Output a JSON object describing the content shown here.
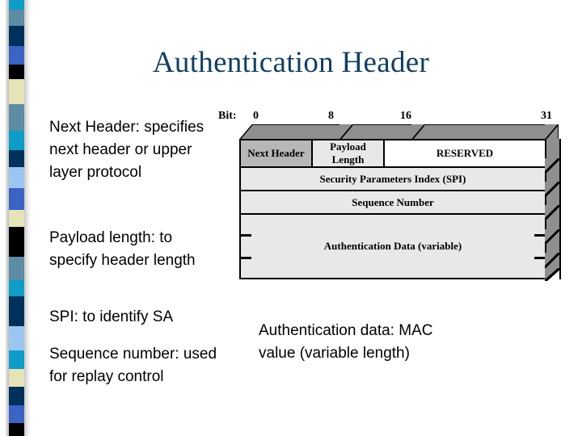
{
  "slide": {
    "title": "Authentication Header",
    "title_color": "#123f63",
    "background_color": "#ffffff"
  },
  "sidebar": {
    "name": "decorative-color-strip",
    "bands": [
      {
        "color": "#0d9dc8",
        "height": 14
      },
      {
        "color": "#5d8ca5",
        "height": 22
      },
      {
        "color": "#00305c",
        "height": 28
      },
      {
        "color": "#3a63c4",
        "height": 26
      },
      {
        "color": "#000000",
        "height": 21
      },
      {
        "color": "#e6e3b8",
        "height": 35
      },
      {
        "color": "#5d8ca5",
        "height": 37
      },
      {
        "color": "#0d9dc8",
        "height": 27
      },
      {
        "color": "#00305c",
        "height": 24
      },
      {
        "color": "#9cc6f2",
        "height": 30
      },
      {
        "color": "#3a63c4",
        "height": 30
      },
      {
        "color": "#e6e3b8",
        "height": 24
      },
      {
        "color": "#000000",
        "height": 42
      },
      {
        "color": "#5d8ca5",
        "height": 33
      },
      {
        "color": "#0d9dc8",
        "height": 22
      },
      {
        "color": "#00305c",
        "height": 42
      },
      {
        "color": "#9cc6f2",
        "height": 34
      },
      {
        "color": "#0d9dc8",
        "height": 26
      },
      {
        "color": "#e6e3b8",
        "height": 25
      },
      {
        "color": "#00305c",
        "height": 26
      },
      {
        "color": "#3a63c4",
        "height": 25
      },
      {
        "color": "#000000",
        "height": 18
      }
    ]
  },
  "content": {
    "bullets": [
      {
        "id": "next-header",
        "text": "Next Header: specifies next header or upper layer protocol"
      },
      {
        "id": "payload-length",
        "text": "Payload length: to specify header length"
      },
      {
        "id": "spi",
        "text": "SPI: to identify SA"
      },
      {
        "id": "sequence-number",
        "text": "Sequence number: used for replay control"
      },
      {
        "id": "authentication-data",
        "text": "Authentication data: MAC value (variable length)"
      }
    ]
  },
  "diagram": {
    "name": "authentication-header-packet-format",
    "bit_ruler": {
      "caption": "Bit:",
      "ticks": [
        "0",
        "8",
        "16",
        "31"
      ]
    },
    "rows": [
      {
        "name": "word-1",
        "cells": [
          {
            "label": "Next Header",
            "bits": "0-7",
            "fill": "#b7b7b7"
          },
          {
            "label": "Payload Length",
            "bits": "8-15",
            "fill": "#e8e8e8"
          },
          {
            "label": "RESERVED",
            "bits": "16-31",
            "fill": "#ffffff"
          }
        ]
      },
      {
        "name": "word-2",
        "cells": [
          {
            "label": "Security Parameters Index (SPI)",
            "bits": "0-31",
            "fill": "#e8e8e8"
          }
        ]
      },
      {
        "name": "word-3",
        "cells": [
          {
            "label": "Sequence Number",
            "bits": "0-31",
            "fill": "#e8e8e8"
          }
        ]
      },
      {
        "name": "word-4",
        "cells": [
          {
            "label": "Authentication Data (variable)",
            "bits": "0-31",
            "fill": "#e8e8e8"
          }
        ]
      }
    ]
  }
}
